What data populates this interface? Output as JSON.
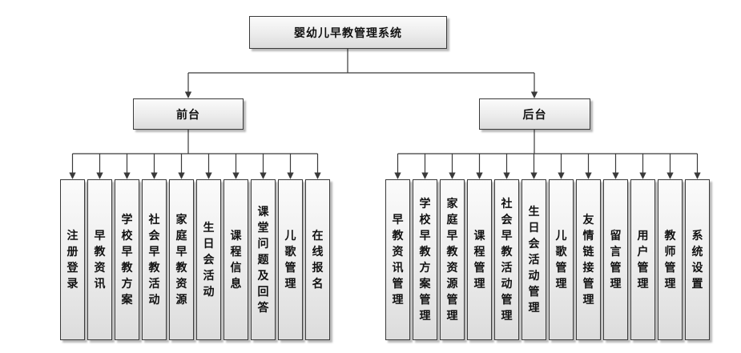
{
  "diagram": {
    "root": "婴幼儿早教管理系统",
    "branches": [
      {
        "label": "前台",
        "children": [
          "注册登录",
          "早教资讯",
          "学校早教方案",
          "社会早教活动",
          "家庭早教资源",
          "生日会活动",
          "课程信息",
          "课堂问题及回答",
          "儿歌管理",
          "在线报名"
        ]
      },
      {
        "label": "后台",
        "children": [
          "早教资讯管理",
          "学校早教方案管理",
          "家庭早教资源管理",
          "课程管理",
          "社会早教活动管理",
          "生日会活动管理",
          "儿歌管理",
          "友情链接管理",
          "留言管理",
          "用户管理",
          "教师管理",
          "系统设置"
        ]
      }
    ],
    "colors": {
      "line": "#3a3a3a",
      "box_border": "#3a3a3a",
      "box_fill_top": "#fbfbfb",
      "box_fill_bottom": "#dcdcdc",
      "text": "#111111"
    }
  }
}
